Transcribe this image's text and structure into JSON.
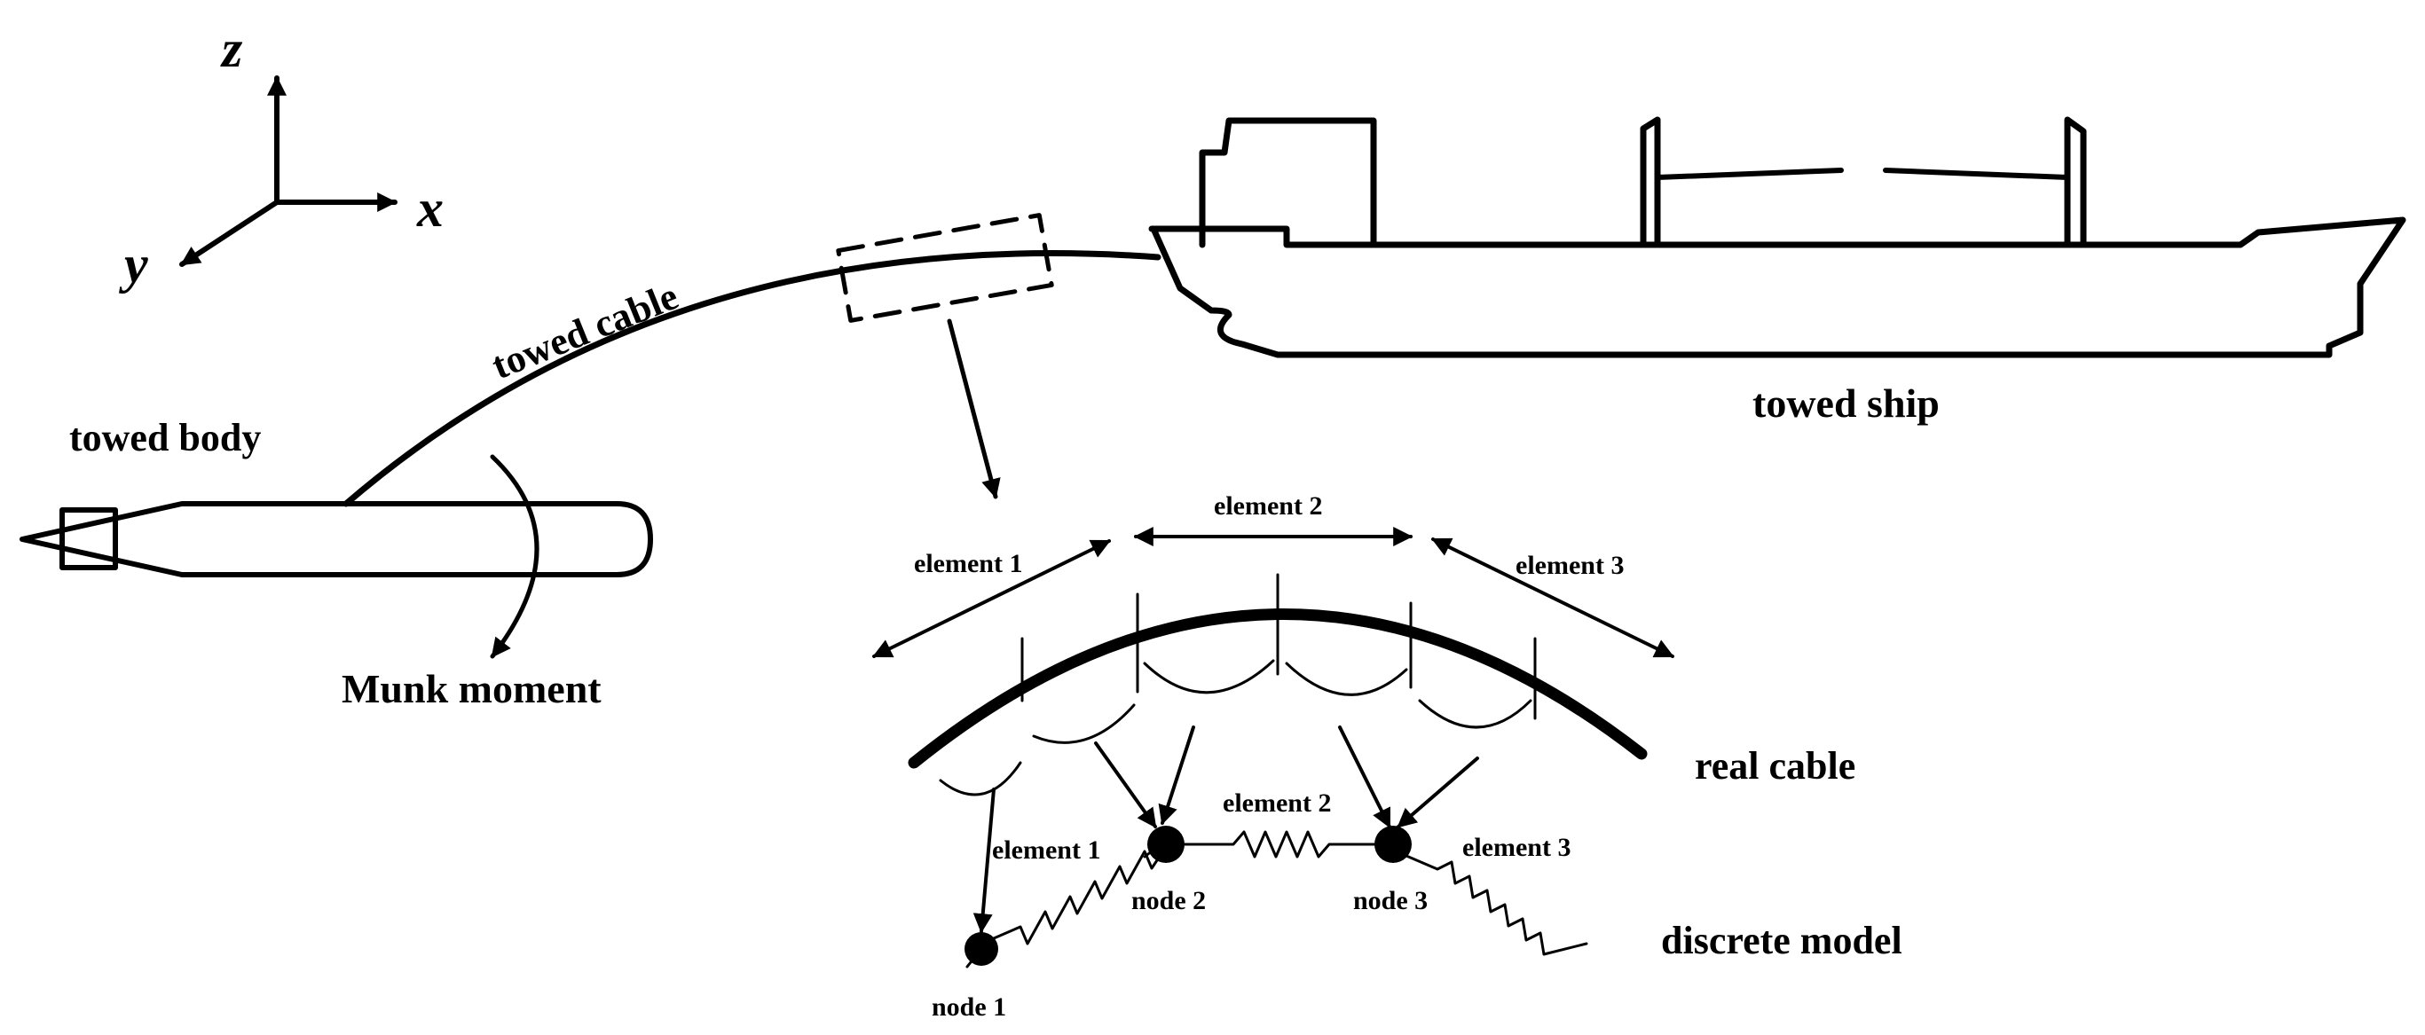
{
  "axes": {
    "z": "z",
    "x": "x",
    "y": "y"
  },
  "labels": {
    "towed_cable": "towed cable",
    "towed_body": "towed body",
    "munk_moment": "Munk moment",
    "towed_ship": "towed ship",
    "real_cable": "real cable",
    "discrete_model": "discrete model"
  },
  "detail": {
    "upper_elements": [
      "element 1",
      "element 2",
      "element 3"
    ],
    "lower_elements": [
      "element 1",
      "element 2",
      "element 3"
    ],
    "nodes": [
      "node 1",
      "node 2",
      "node 3"
    ]
  }
}
